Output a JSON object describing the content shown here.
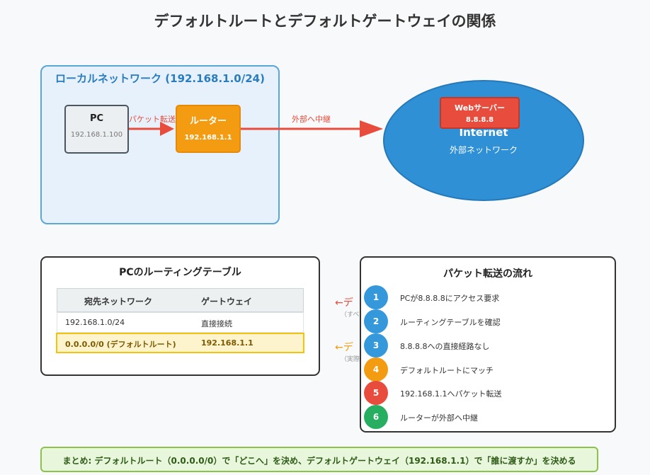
{
  "title": "デフォルトルートとデフォルトゲートウェイの関係",
  "lan": {
    "label": "ローカルネットワーク (192.168.1.0/24)"
  },
  "pc": {
    "name": "PC",
    "ip": "192.168.1.100"
  },
  "router": {
    "name": "ルーター",
    "ip": "192.168.1.1"
  },
  "arrows": {
    "pc_to_router": "パケット転送",
    "router_to_internet": "外部へ中継"
  },
  "internet": {
    "name": "Internet",
    "sub": "外部ネットワーク"
  },
  "webserver": {
    "name": "Webサーバー",
    "ip": "8.8.8.8"
  },
  "routing_table": {
    "title": "PCのルーティングテーブル",
    "headers": [
      "宛先ネットワーク",
      "ゲートウェイ"
    ],
    "rows": [
      [
        "192.168.1.0/24",
        "直接接続"
      ],
      [
        "0.0.0.0/0 (デフォルトルート)",
        "192.168.1.1"
      ]
    ]
  },
  "annotations": [
    {
      "text": "←デ",
      "sub": "（すべ",
      "color": "#e74c3c"
    },
    {
      "text": "←デ",
      "sub": "（実際",
      "color": "#f39c12"
    }
  ],
  "flow": {
    "title": "パケット転送の流れ",
    "steps": [
      {
        "num": "1",
        "text": "PCが8.8.8.8にアクセス要求",
        "color": "#3498db"
      },
      {
        "num": "2",
        "text": "ルーティングテーブルを確認",
        "color": "#3498db"
      },
      {
        "num": "3",
        "text": "8.8.8.8への直接経路なし",
        "color": "#3498db"
      },
      {
        "num": "4",
        "text": "デフォルトルートにマッチ",
        "color": "#f39c12"
      },
      {
        "num": "5",
        "text": "192.168.1.1へパケット転送",
        "color": "#e74c3c"
      },
      {
        "num": "6",
        "text": "ルーターが外部へ中継",
        "color": "#27ae60"
      }
    ]
  },
  "summary": "まとめ: デフォルトルート（0.0.0.0/0）で「どこへ」を決め、デフォルトゲートウェイ（192.168.1.1）で「誰に渡すか」を決める"
}
